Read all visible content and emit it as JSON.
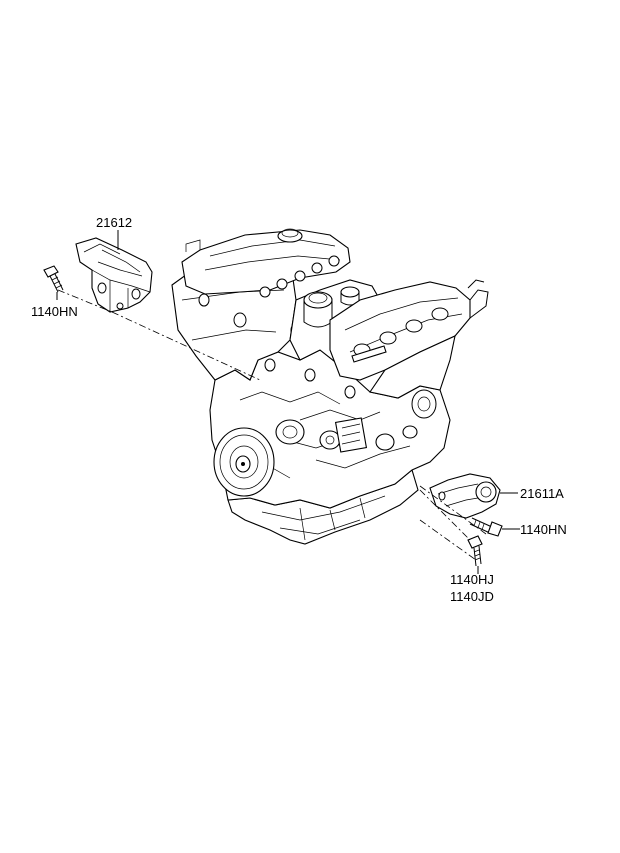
{
  "labels": {
    "bracket_upper": "21612",
    "bolt_upper": "1140HN",
    "bracket_lower": "21611A",
    "bolt_lower_1": "1140HN",
    "bolt_lower_2a": "1140HJ",
    "bolt_lower_2b": "1140JD"
  }
}
